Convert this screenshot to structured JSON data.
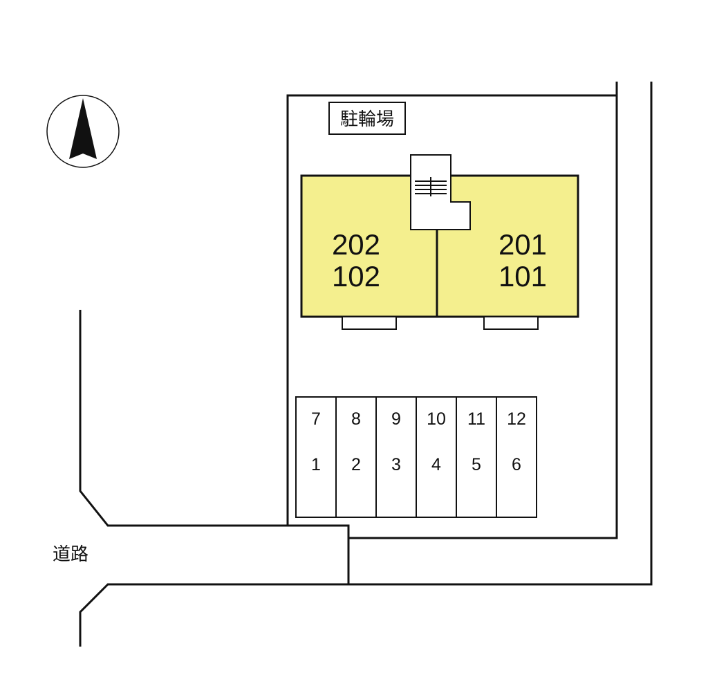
{
  "labels": {
    "bicycle_parking": "駐輪場",
    "road": "道路"
  },
  "buildings": [
    {
      "upper_unit": "202",
      "lower_unit": "102"
    },
    {
      "upper_unit": "201",
      "lower_unit": "101"
    }
  ],
  "parking": {
    "top_row": [
      "7",
      "8",
      "9",
      "10",
      "11",
      "12"
    ],
    "bottom_row": [
      "1",
      "2",
      "3",
      "4",
      "5",
      "6"
    ]
  },
  "colors": {
    "building_fill": "#f4ef8e",
    "line": "#111111"
  },
  "icons": {
    "compass": "north-arrow-icon"
  }
}
